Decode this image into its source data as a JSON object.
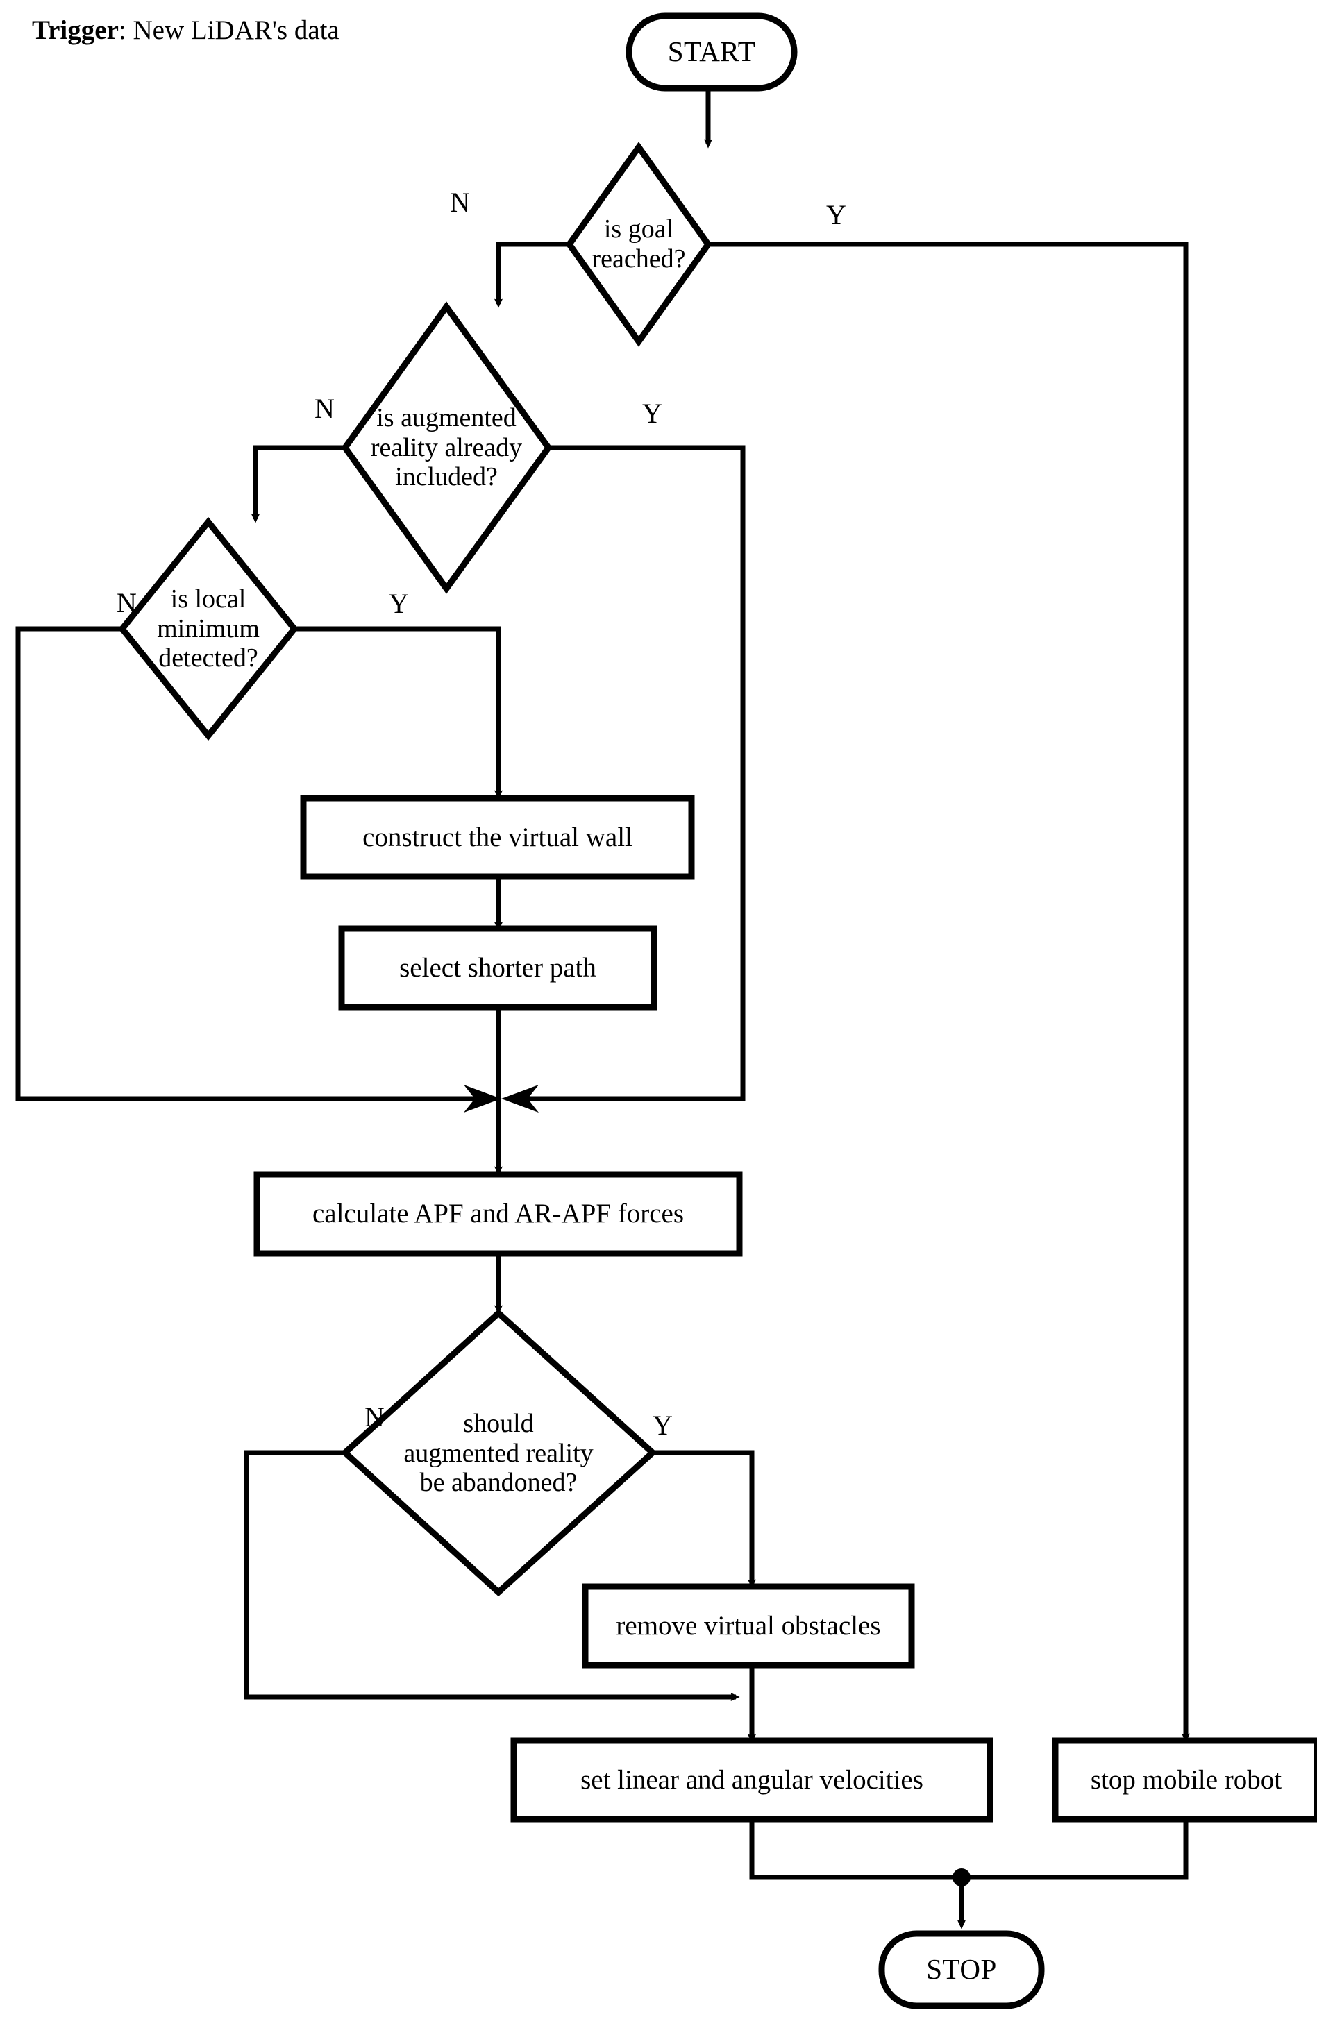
{
  "diagram": {
    "title_note": {
      "bold_prefix": "Trigger",
      "rest": ": New LiDAR's data"
    },
    "colors": {
      "stroke": "#000000",
      "fill": "#ffffff",
      "text": "#000000"
    },
    "nodes": {
      "start": {
        "label": "START",
        "shape": "terminator"
      },
      "goal_reached": {
        "label": "is goal\nreached?",
        "shape": "decision"
      },
      "ar_included": {
        "label": "is augmented\nreality already\nincluded?",
        "shape": "decision"
      },
      "local_minimum": {
        "label": "is local\nminimum\ndetected?",
        "shape": "decision"
      },
      "construct_wall": {
        "label": "construct the virtual wall",
        "shape": "process"
      },
      "select_path": {
        "label": "select shorter path",
        "shape": "process"
      },
      "calculate_forces": {
        "label": "calculate APF and AR-APF forces",
        "shape": "process"
      },
      "ar_abandoned": {
        "label": "should\naugmented reality\nbe abandoned?",
        "shape": "decision"
      },
      "remove_obstacles": {
        "label": "remove virtual obstacles",
        "shape": "process"
      },
      "set_velocities": {
        "label": "set linear and angular velocities",
        "shape": "process"
      },
      "stop_robot": {
        "label": "stop mobile robot",
        "shape": "process"
      },
      "stop": {
        "label": "STOP",
        "shape": "terminator"
      }
    },
    "branch_labels": {
      "goal_reached_no": "N",
      "goal_reached_yes": "Y",
      "ar_included_no": "N",
      "ar_included_yes": "Y",
      "local_minimum_no": "N",
      "local_minimum_yes": "Y",
      "ar_abandoned_no": "N",
      "ar_abandoned_yes": "Y"
    }
  }
}
